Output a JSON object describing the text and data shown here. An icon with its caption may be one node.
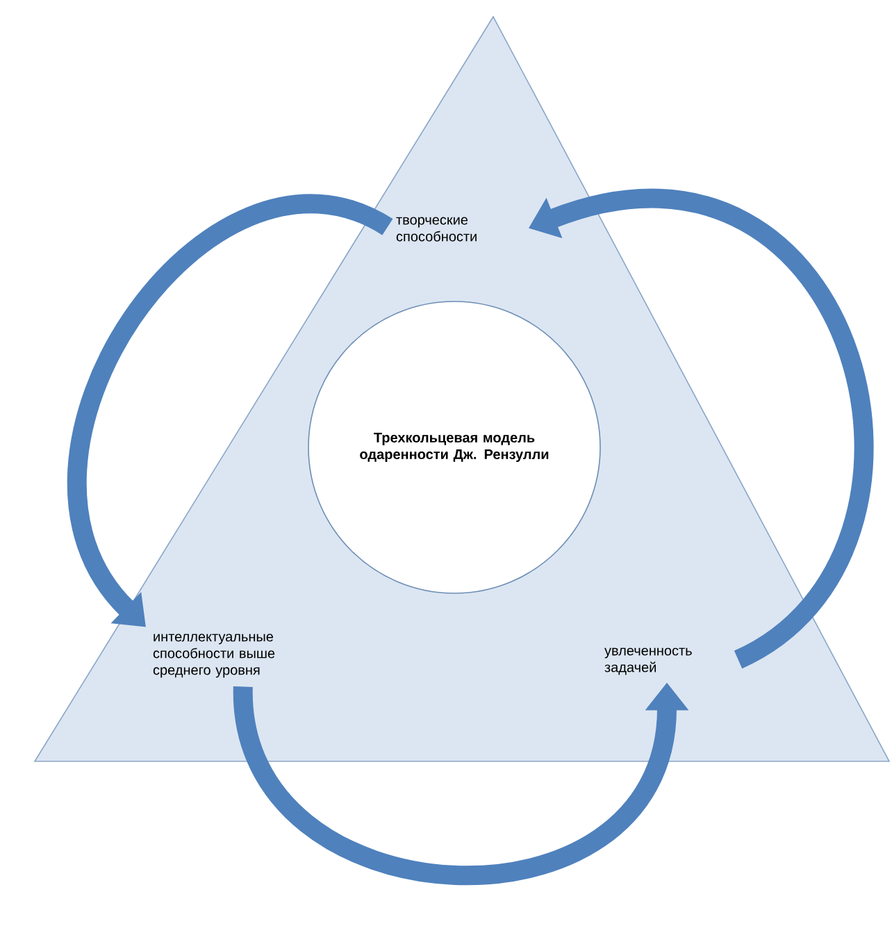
{
  "diagram": {
    "nodes": [
      {
        "text": [],
        "shape": "triangle"
      },
      {
        "text": [
          "творческие способности"
        ],
        "in": 0
      },
      {
        "text": [
          "Трехкольцевая модель одаренности Дж. Рензулли"
        ],
        "in": 0
      },
      {
        "text": [
          "интеллектуальные способности выше среднего уровня"
        ],
        "in": 0
      },
      {
        "text": [
          "увлеченность задачей"
        ],
        "in": 0
      }
    ],
    "edges": [
      {
        "from": 1,
        "to": 3,
        "arrow": "to"
      },
      {
        "from": 3,
        "to": 4,
        "arrow": "to"
      },
      {
        "from": 4,
        "to": 1,
        "arrow": "to"
      }
    ]
  }
}
